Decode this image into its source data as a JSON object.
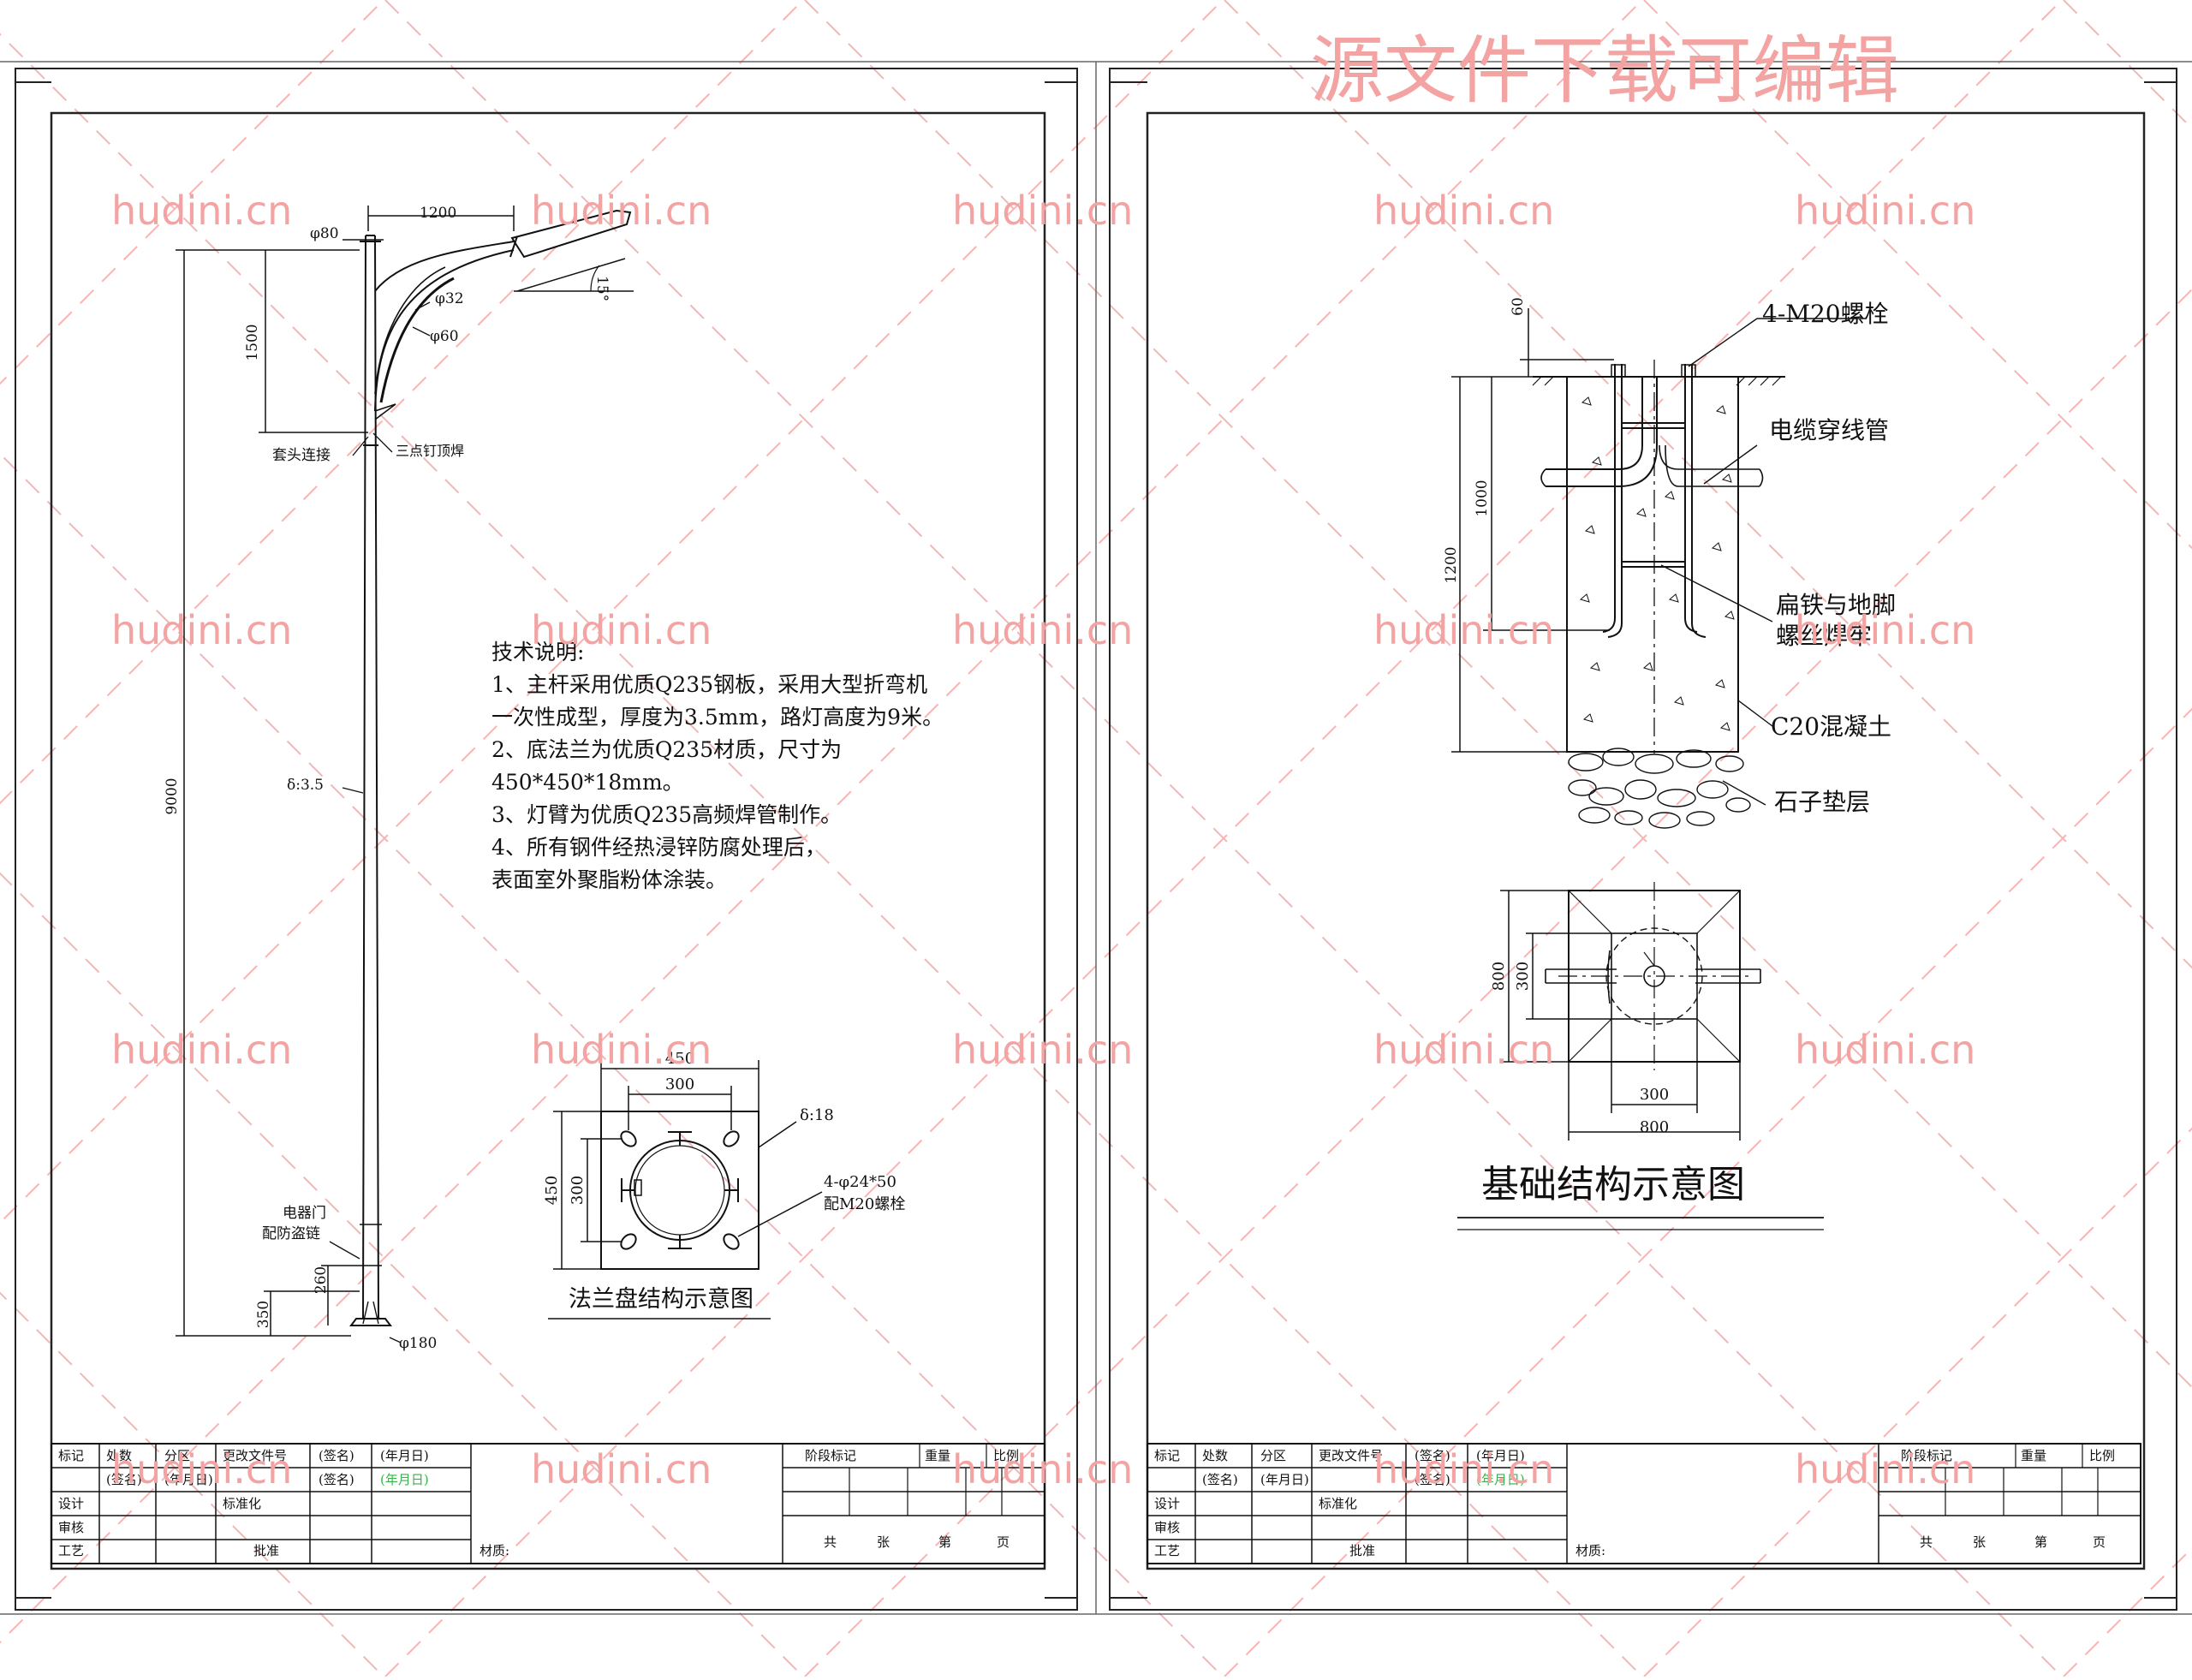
{
  "watermark": {
    "top_banner": "源文件下载可编辑",
    "site": "hudini.cn",
    "color": "#f4a3a3"
  },
  "sheet_left": {
    "pole": {
      "arm_length": "1200",
      "top_diameter": "φ80",
      "arm_pipe_small": "φ32",
      "arm_pipe_large": "φ60",
      "arm_angle": "15°",
      "arm_height": "1500",
      "total_height": "9000",
      "wall_thickness": "δ:3.5",
      "sleeve_joint": "套头连接",
      "spot_weld": "三点钉顶焊",
      "door_label_1": "电器门",
      "door_label_2": "配防盗链",
      "door_height": "260",
      "door_base": "350",
      "base_diameter": "φ180"
    },
    "notes": {
      "title": "技术说明:",
      "lines": [
        "1、主杆采用优质Q235钢板，采用大型折弯机",
        "一次性成型，厚度为3.5mm，路灯高度为9米。",
        "2、底法兰为优质Q235材质，尺寸为",
        "450*450*18mm。",
        "3、灯臂为优质Q235高频焊管制作。",
        "4、所有钢件经热浸锌防腐处理后，",
        "表面室外聚脂粉体涂装。"
      ]
    },
    "flange": {
      "outer_width": "450",
      "bolt_spacing": "300",
      "outer_height": "450",
      "bolt_spacing_v": "300",
      "thickness": "δ:18",
      "holes_1": "4-φ24*50",
      "holes_2": "配M20螺栓",
      "caption": "法兰盘结构示意图"
    }
  },
  "sheet_right": {
    "foundation": {
      "bolt_label": "4-M20螺栓",
      "bolt_protrude": "60",
      "conduit_label": "电缆穿线管",
      "bolt_depth": "1000",
      "total_depth": "1200",
      "weld_label_1": "扁铁与地脚",
      "weld_label_2": "螺丝焊牢",
      "concrete_label": "C20混凝土",
      "gravel_label": "石子垫层"
    },
    "plan": {
      "outer_v": "800",
      "inner_v": "300",
      "inner_h": "300",
      "outer_h": "800",
      "caption": "基础结构示意图"
    }
  },
  "title_block": {
    "r1": [
      "标记",
      "处数",
      "分区",
      "更改文件号",
      "(签名)",
      "(年月日)"
    ],
    "stage_mark": "阶段标记",
    "weight": "重量",
    "scale": "比例",
    "design": "设计",
    "sign": "(签名)",
    "date": "(年月日)",
    "standardize": "标准化",
    "sign2": "(签名)",
    "date2": "(年月日)",
    "review": "审核",
    "craft": "工艺",
    "approve": "批准",
    "material": "材质:",
    "sheets": [
      "共",
      "张",
      "第",
      "页"
    ]
  }
}
